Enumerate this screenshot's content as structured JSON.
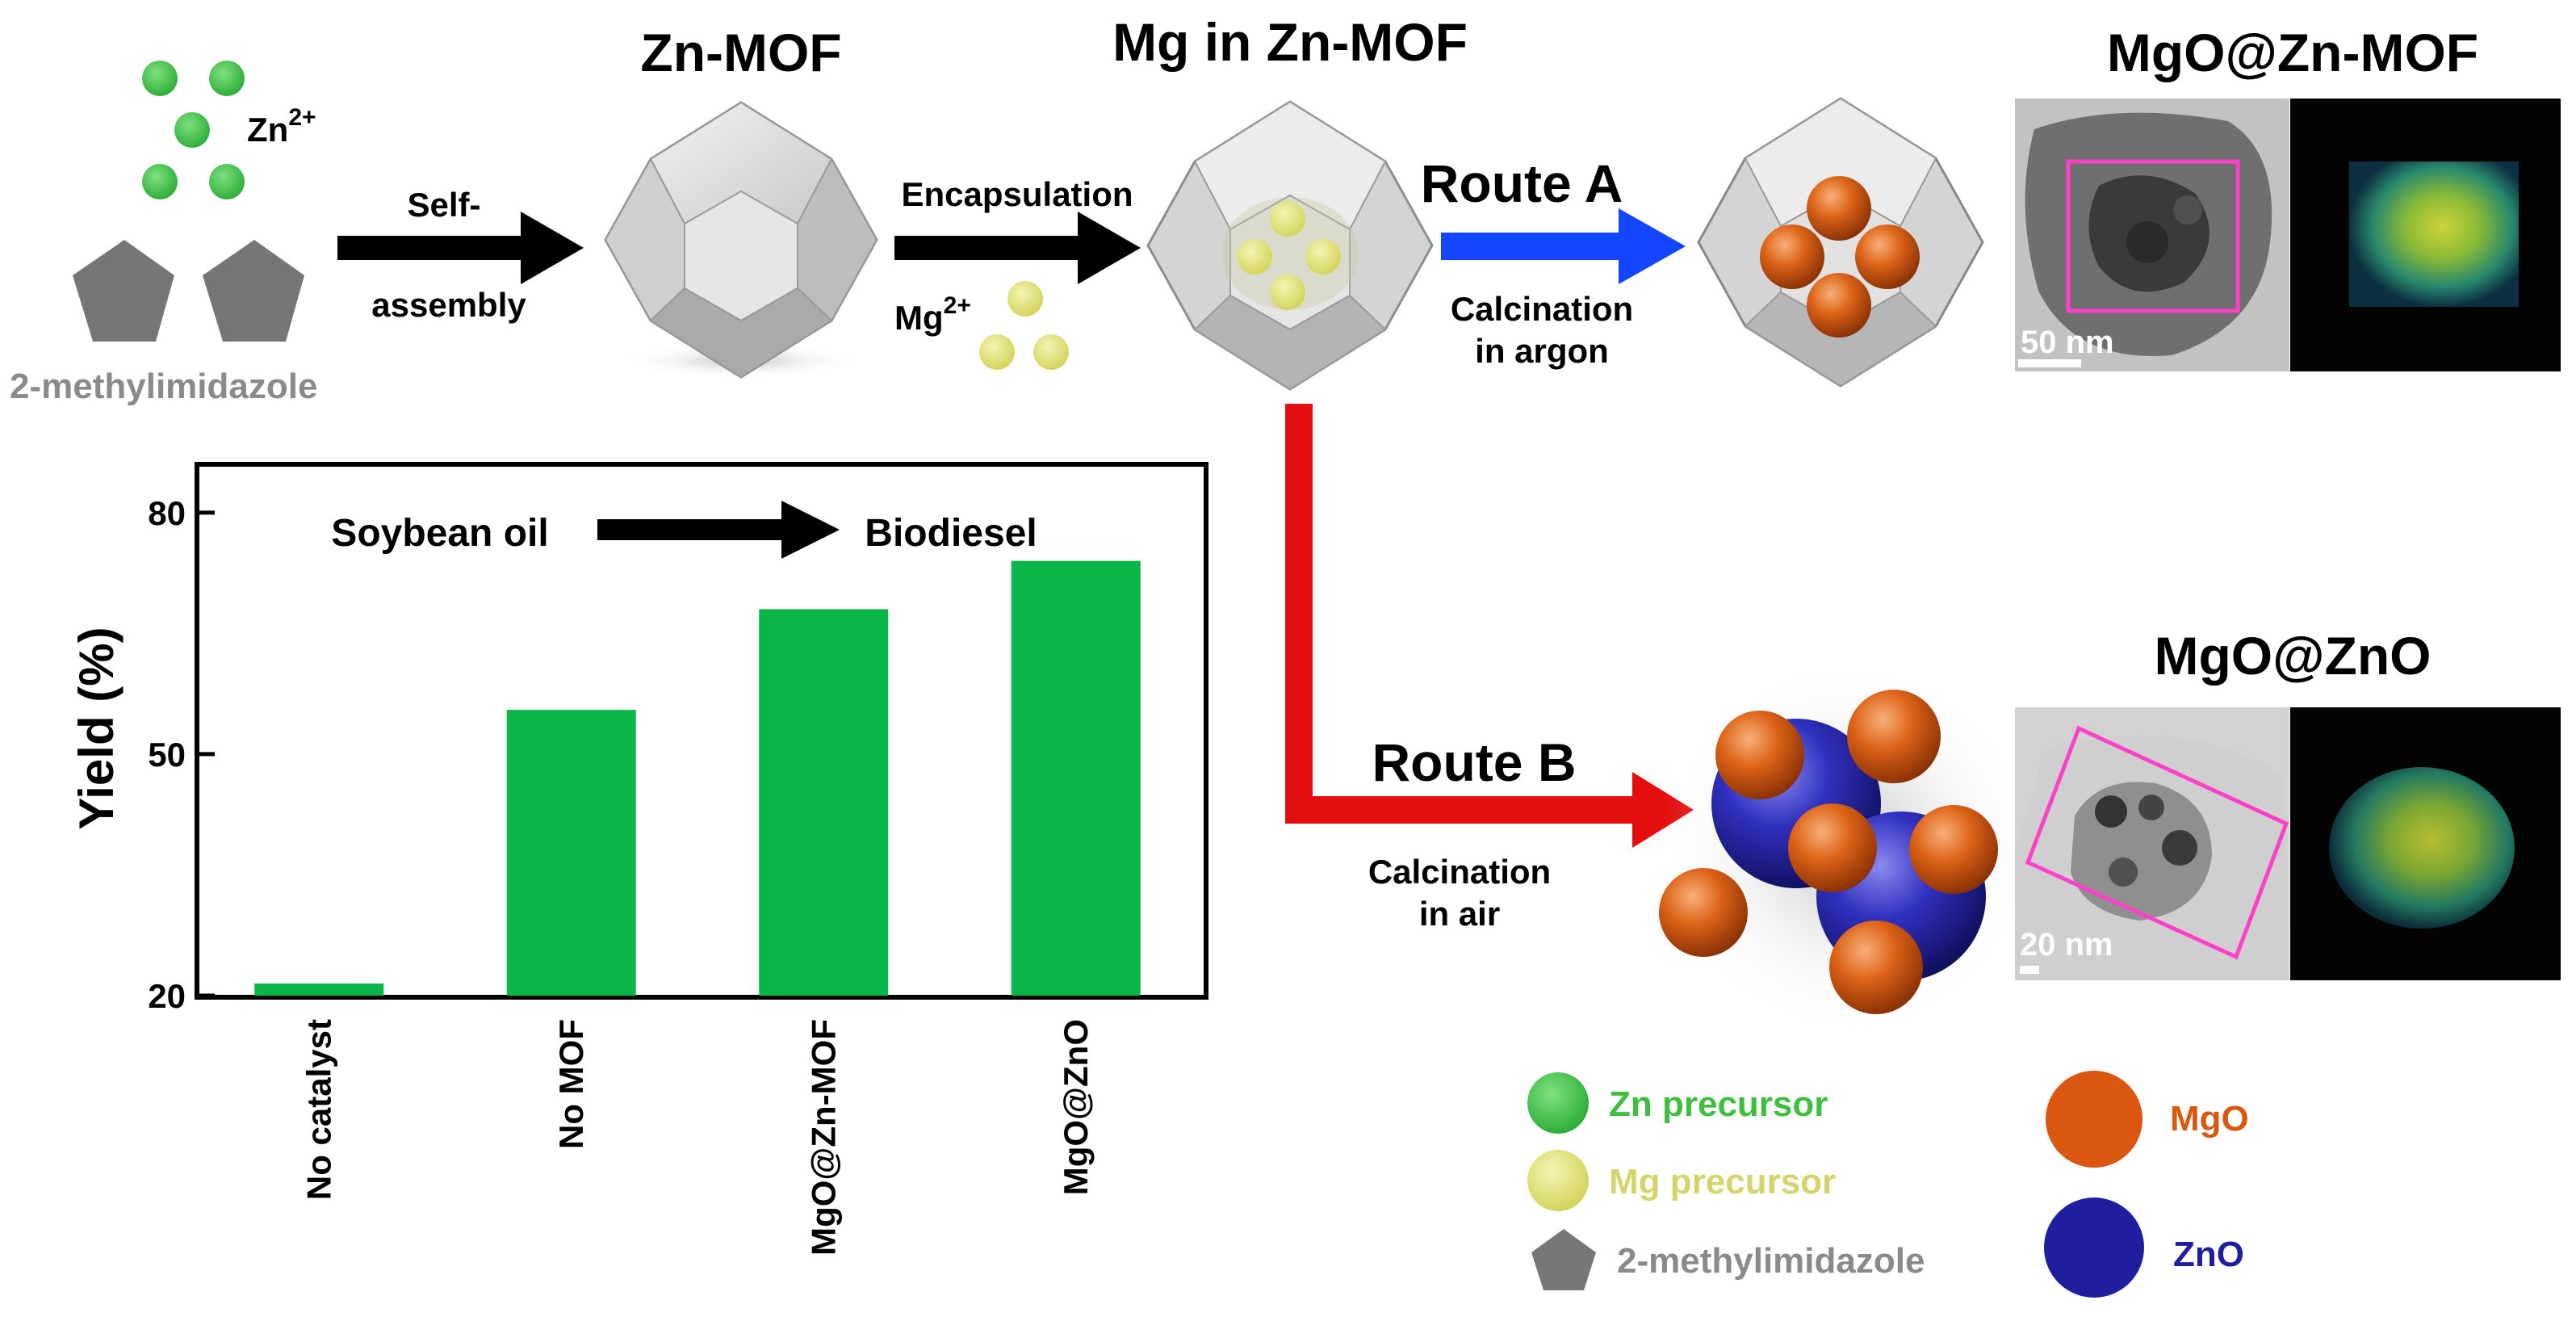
{
  "top": {
    "zn_ion_label": "Zn",
    "zn_ion_charge": "2+",
    "linker_label": "2-methylimidazole",
    "step1_label_line1": "Self-",
    "step1_label_line2": "assembly",
    "zn_mof_title": "Zn-MOF",
    "step2_label": "Encapsulation",
    "mg_ion_label": "Mg",
    "mg_ion_charge": "2+",
    "mg_in_zn_mof_title": "Mg in Zn-MOF",
    "route_a_title": "Route A",
    "route_a_line1": "Calcination",
    "route_a_line2": "in argon",
    "mgo_zn_mof_title": "MgO@Zn-MOF",
    "scale_a": "50 nm",
    "route_b_title": "Route B",
    "route_b_line1": "Calcination",
    "route_b_line2": "in air",
    "mgo_zno_title": "MgO@ZnO",
    "scale_b": "20 nm"
  },
  "legend": {
    "zn_precursor": "Zn precursor",
    "mg_precursor": "Mg precursor",
    "linker": "2-methylimidazole",
    "mgo": "MgO",
    "zno": "ZnO"
  },
  "colors": {
    "zn_green": "#3fbe3f",
    "mg_yellow": "#e4e47a",
    "linker_gray": "#777777",
    "mgo_orange": "#d9570f",
    "zno_blue": "#1e1e9e",
    "route_a_arrow": "#1446ff",
    "route_b_arrow": "#e30f0f",
    "bar_green": "#0ab64a",
    "box_magenta": "#ff40c8"
  },
  "chart_data": {
    "type": "bar",
    "title": "",
    "annotation_from": "Soybean oil",
    "annotation_to": "Biodiesel",
    "ylabel": "Yield (%)",
    "xlabel": "",
    "categories": [
      "No catalyst",
      "No MOF",
      "MgO@Zn-MOF",
      "MgO@ZnO"
    ],
    "values": [
      21.5,
      55.5,
      68,
      74
    ],
    "yticks": [
      "80",
      "50",
      "20"
    ],
    "ytick_values": [
      80,
      50,
      20
    ],
    "ylim": [
      20,
      86
    ],
    "grid": false
  }
}
